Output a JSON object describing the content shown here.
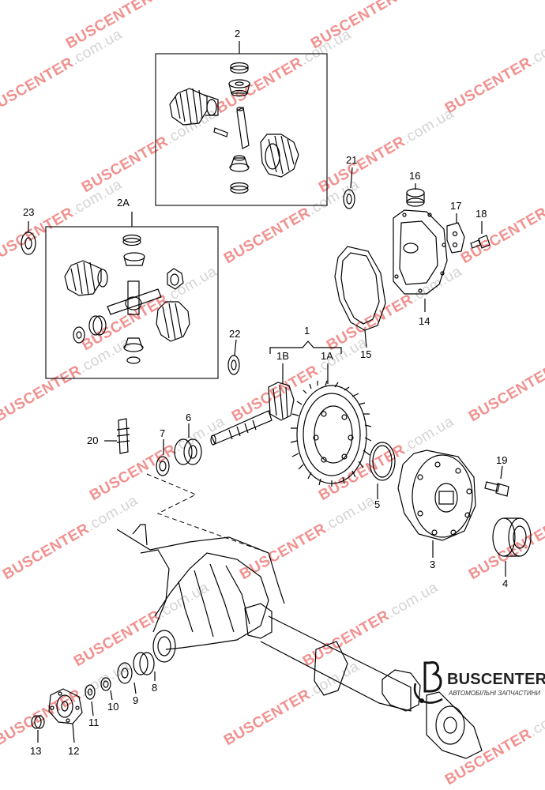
{
  "watermark": {
    "brand": "BUSCENTER",
    "domain": ".com.ua"
  },
  "callouts": {
    "c2": "2",
    "c2A": "2A",
    "c23": "23",
    "c21": "21",
    "c16": "16",
    "c17": "17",
    "c18": "18",
    "c14": "14",
    "c15": "15",
    "c22": "22",
    "c1": "1",
    "c1B": "1B",
    "c1A": "1A",
    "c6": "6",
    "c7": "7",
    "c20": "20",
    "c5": "5",
    "c3": "3",
    "c19": "19",
    "c4": "4",
    "c8": "8",
    "c9": "9",
    "c10": "10",
    "c11": "11",
    "c12": "12",
    "c13": "13"
  },
  "brand": {
    "name": "BUSCENTER",
    "tagline": "АВТОМОБІЛЬНІ ЗАПЧАСТИНИ"
  },
  "colors": {
    "watermark_red": "#e53935",
    "watermark_grey": "#b0b0b0",
    "line": "#000000"
  }
}
